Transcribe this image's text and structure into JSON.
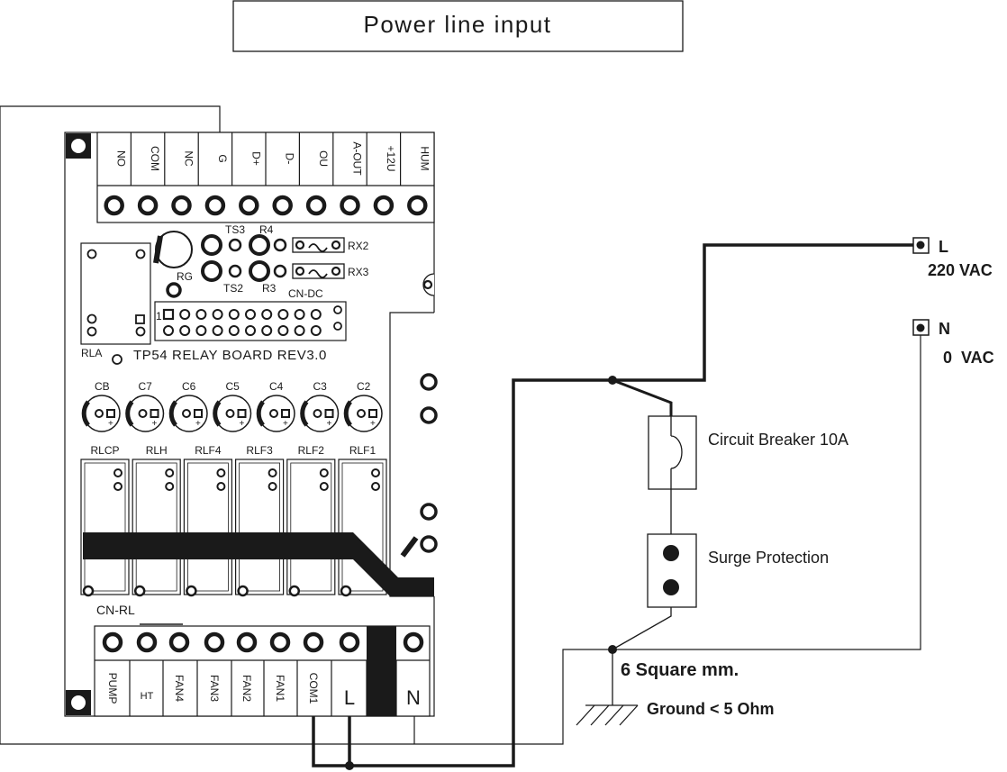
{
  "title": "Power line input",
  "board": {
    "top_terminals": [
      "NO",
      "COM",
      "NC",
      "G",
      "D+",
      "D-",
      "OU",
      "A-OUT",
      "+12U",
      "HUM"
    ],
    "ts3": "TS3",
    "r4": "R4",
    "rx2": "RX2",
    "rg": "RG",
    "ts2": "TS2",
    "r3": "R3",
    "rx3": "RX3",
    "cn_dc": "CN-DC",
    "rla": "RLA",
    "pin1": "1",
    "board_name": "TP54  RELAY  BOARD  REV3.0",
    "capacitors": [
      "CB",
      "C7",
      "C6",
      "C5",
      "C4",
      "C3",
      "C2"
    ],
    "relays": [
      "RLCP",
      "RLH",
      "RLF4",
      "RLF3",
      "RLF2",
      "RLF1"
    ],
    "cn_rl": "CN-RL",
    "bottom_terminals": [
      "PUMP",
      "HT",
      "FAN4",
      "FAN3",
      "FAN2",
      "FAN1",
      "COM1",
      "L",
      "N"
    ]
  },
  "line_terminal": {
    "label": "L",
    "voltage": "220 VAC"
  },
  "neutral_terminal": {
    "label": "N",
    "voltage": "0  VAC"
  },
  "breaker_label": "Circuit Breaker 10A",
  "surge_label": "Surge Protection",
  "wire_label": "6 Square mm.",
  "ground_label": "Ground < 5 Ohm"
}
